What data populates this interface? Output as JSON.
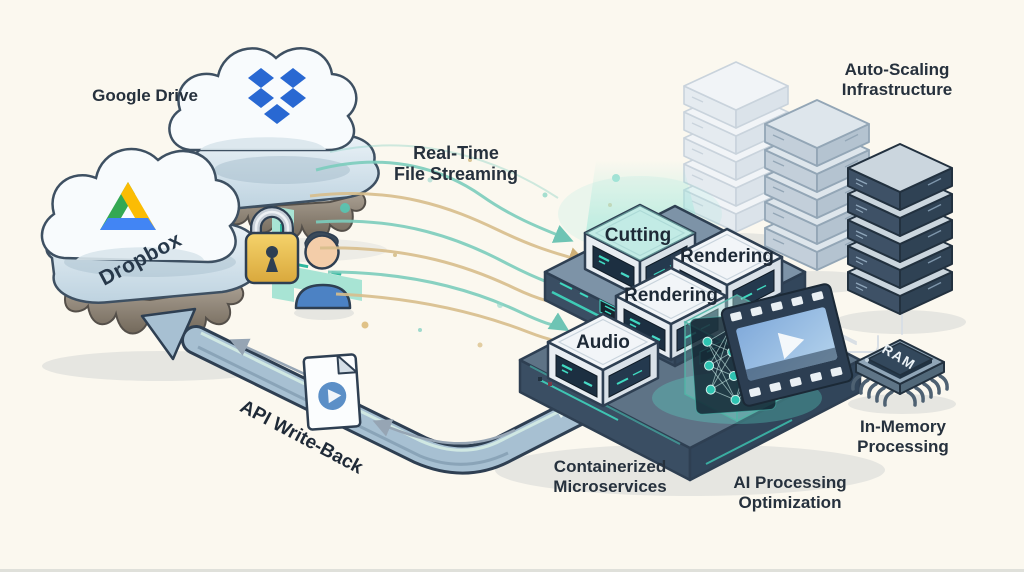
{
  "canvas": {
    "background": "#FBF8EF"
  },
  "labels": {
    "google_drive": "Google Drive",
    "dropbox": "Dropbox",
    "realtime": {
      "line1": "Real-Time",
      "line2": "File Streaming"
    },
    "autoscaling": {
      "line1": "Auto-Scaling",
      "line2": "Infrastructure"
    },
    "api_writeback": "API Write-Back",
    "containerized": {
      "line1": "Containerized",
      "line2": "Microservices"
    },
    "ai": {
      "line1": "AI Processing",
      "line2": "Optimization"
    },
    "inmemory": {
      "line1": "In-Memory",
      "line2": "Processing"
    },
    "ram": "RAM"
  },
  "services": [
    {
      "label": "Cutting"
    },
    {
      "label": "Rendering"
    },
    {
      "label": "Rendering"
    },
    {
      "label": "Audio"
    }
  ],
  "icons": [
    "dropbox-logo-icon",
    "google-drive-logo-icon",
    "padlock-icon",
    "user-avatar",
    "video-file-icon",
    "neural-network-icon",
    "film-strip-icon",
    "ram-chip-icon",
    "server-stack-icon"
  ],
  "colors": {
    "accent_teal": "#3FD9C0",
    "arrow_teal": "#7CCDBD",
    "arrow_gold": "#D8BE8C",
    "pipe_blue": "#A7C0D2",
    "platform_navy": "#3A4E63",
    "lock_gold": "#EFC24D",
    "dropbox_blue": "#2968D2",
    "drive_green": "#34A853",
    "drive_yellow": "#FBBC04",
    "drive_blue": "#4285F4",
    "film_screen": "#7FA9DA"
  }
}
